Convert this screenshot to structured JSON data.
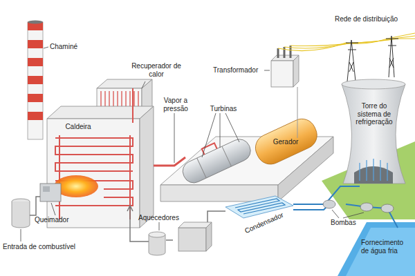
{
  "diagram": {
    "nodes": [
      {
        "text": [
          "Caldeira"
        ]
      },
      {
        "text": [
          "Gerador"
        ]
      },
      {
        "text": [
          "Torre do sistema de refrigeração"
        ]
      }
    ],
    "labels": [
      "Chaminé",
      "Recuperador de calor",
      "Vapor a pressão",
      "Turbinas",
      "Transformador",
      "Rede de distribuição",
      "Queimador",
      "Entrada de combustível",
      "Aquecedores",
      "Condensador",
      "Bombas",
      "Fornecimento de água fria"
    ]
  }
}
